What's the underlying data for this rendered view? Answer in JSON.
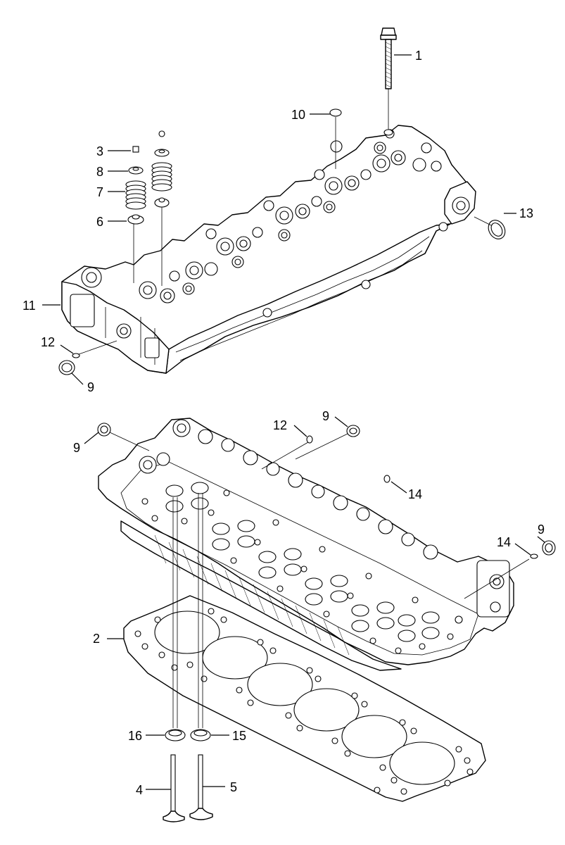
{
  "diagram": {
    "callouts": [
      {
        "id": "c1",
        "text": "1"
      },
      {
        "id": "c2",
        "text": "2"
      },
      {
        "id": "c3",
        "text": "3"
      },
      {
        "id": "c4",
        "text": "4"
      },
      {
        "id": "c5",
        "text": "5"
      },
      {
        "id": "c6",
        "text": "6"
      },
      {
        "id": "c7",
        "text": "7"
      },
      {
        "id": "c8",
        "text": "8"
      },
      {
        "id": "c9a",
        "text": "9"
      },
      {
        "id": "c9b",
        "text": "9"
      },
      {
        "id": "c9c",
        "text": "9"
      },
      {
        "id": "c9d",
        "text": "9"
      },
      {
        "id": "c10",
        "text": "10"
      },
      {
        "id": "c11",
        "text": "11"
      },
      {
        "id": "c12a",
        "text": "12"
      },
      {
        "id": "c12b",
        "text": "12"
      },
      {
        "id": "c13",
        "text": "13"
      },
      {
        "id": "c14a",
        "text": "14"
      },
      {
        "id": "c14b",
        "text": "14"
      },
      {
        "id": "c15",
        "text": "15"
      },
      {
        "id": "c16",
        "text": "16"
      }
    ]
  }
}
